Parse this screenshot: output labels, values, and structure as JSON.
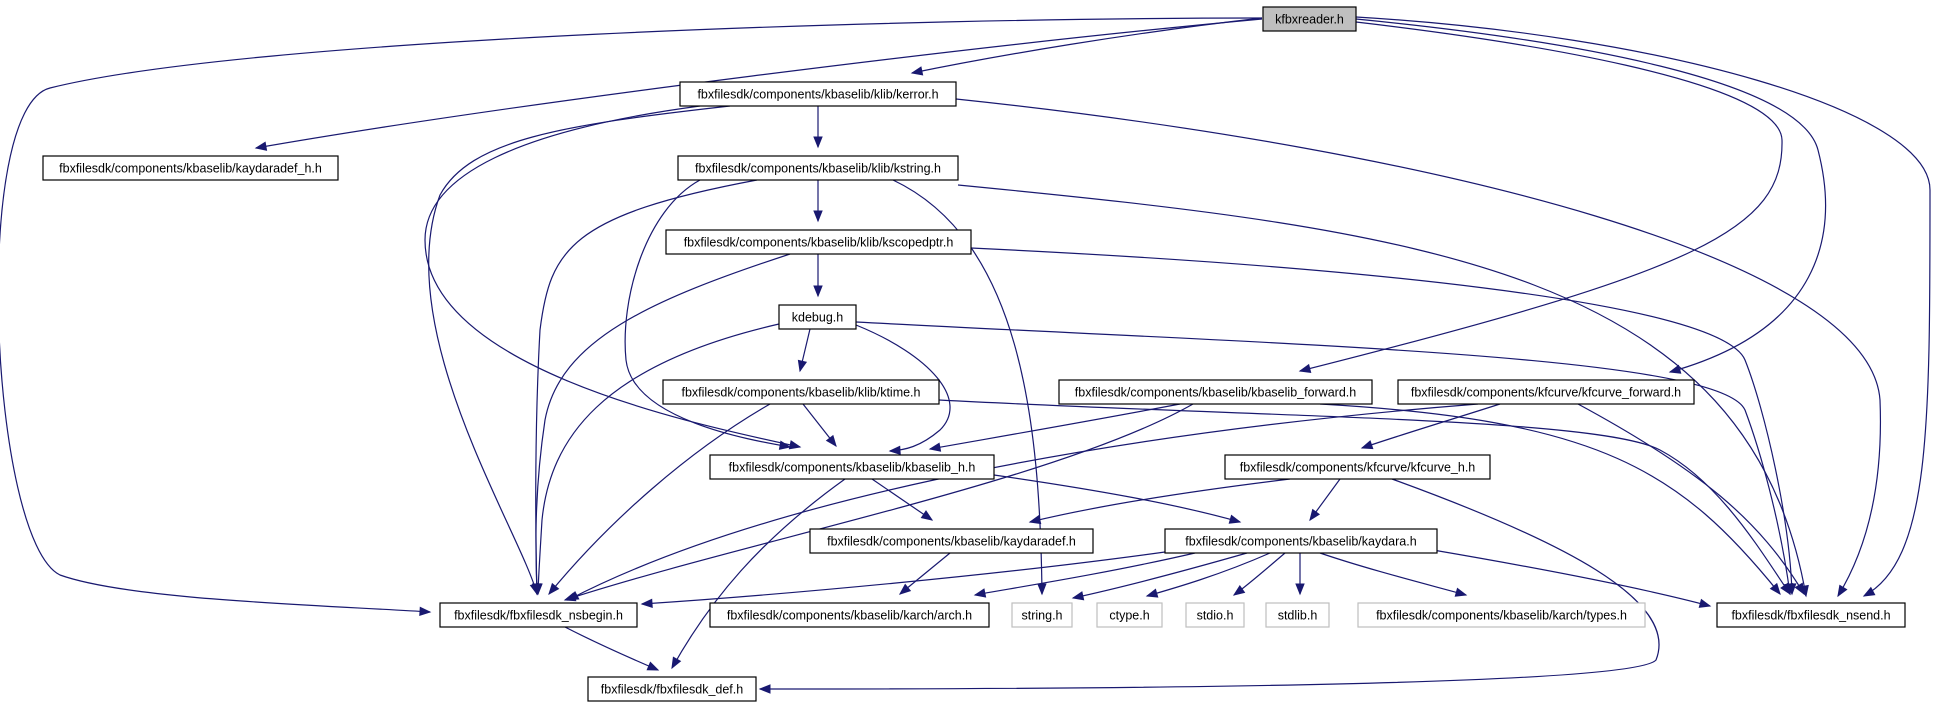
{
  "graph": {
    "type": "include-dependency-graph",
    "colors": {
      "edge": "#191970",
      "root_fill": "#bfbfbf",
      "node_fill": "#ffffff",
      "node_border": "#000000",
      "missing_border": "#bfbfbf"
    },
    "nodes": [
      {
        "id": "kfbxreader",
        "label": "kfbxreader.h",
        "style": "root"
      },
      {
        "id": "kerror",
        "label": "fbxfilesdk/components/kbaselib/klib/kerror.h",
        "style": "normal"
      },
      {
        "id": "kaydaradef_h",
        "label": "fbxfilesdk/components/kbaselib/kaydaradef_h.h",
        "style": "normal"
      },
      {
        "id": "kstring",
        "label": "fbxfilesdk/components/kbaselib/klib/kstring.h",
        "style": "normal"
      },
      {
        "id": "kscopedptr",
        "label": "fbxfilesdk/components/kbaselib/klib/kscopedptr.h",
        "style": "normal"
      },
      {
        "id": "kdebug",
        "label": "kdebug.h",
        "style": "normal"
      },
      {
        "id": "ktime",
        "label": "fbxfilesdk/components/kbaselib/klib/ktime.h",
        "style": "normal"
      },
      {
        "id": "kbaselib_forward",
        "label": "fbxfilesdk/components/kbaselib/kbaselib_forward.h",
        "style": "normal"
      },
      {
        "id": "kfcurve_forward",
        "label": "fbxfilesdk/components/kfcurve/kfcurve_forward.h",
        "style": "normal"
      },
      {
        "id": "kbaselib_h",
        "label": "fbxfilesdk/components/kbaselib/kbaselib_h.h",
        "style": "normal"
      },
      {
        "id": "kfcurve_h",
        "label": "fbxfilesdk/components/kfcurve/kfcurve_h.h",
        "style": "normal"
      },
      {
        "id": "kaydaradef",
        "label": "fbxfilesdk/components/kbaselib/kaydaradef.h",
        "style": "normal"
      },
      {
        "id": "kaydara",
        "label": "fbxfilesdk/components/kbaselib/kaydara.h",
        "style": "normal"
      },
      {
        "id": "nsbegin",
        "label": "fbxfilesdk/fbxfilesdk_nsbegin.h",
        "style": "normal"
      },
      {
        "id": "arch",
        "label": "fbxfilesdk/components/kbaselib/karch/arch.h",
        "style": "normal"
      },
      {
        "id": "string",
        "label": "string.h",
        "style": "missing"
      },
      {
        "id": "ctype",
        "label": "ctype.h",
        "style": "missing"
      },
      {
        "id": "stdio",
        "label": "stdio.h",
        "style": "missing"
      },
      {
        "id": "stdlib",
        "label": "stdlib.h",
        "style": "missing"
      },
      {
        "id": "types",
        "label": "fbxfilesdk/components/kbaselib/karch/types.h",
        "style": "missing"
      },
      {
        "id": "nsend",
        "label": "fbxfilesdk/fbxfilesdk_nsend.h",
        "style": "normal"
      },
      {
        "id": "def",
        "label": "fbxfilesdk/fbxfilesdk_def.h",
        "style": "normal"
      }
    ],
    "edges": [
      {
        "from": "kfbxreader",
        "to": "kerror"
      },
      {
        "from": "kfbxreader",
        "to": "kaydaradef_h"
      },
      {
        "from": "kfbxreader",
        "to": "nsbegin"
      },
      {
        "from": "kfbxreader",
        "to": "kbaselib_forward"
      },
      {
        "from": "kfbxreader",
        "to": "kfcurve_forward"
      },
      {
        "from": "kfbxreader",
        "to": "nsend"
      },
      {
        "from": "kerror",
        "to": "kstring"
      },
      {
        "from": "kerror",
        "to": "nsbegin"
      },
      {
        "from": "kerror",
        "to": "kbaselib_h"
      },
      {
        "from": "kerror",
        "to": "nsend"
      },
      {
        "from": "kaydaradef_h",
        "to": "kaydaradef"
      },
      {
        "from": "kstring",
        "to": "kscopedptr"
      },
      {
        "from": "kstring",
        "to": "nsbegin"
      },
      {
        "from": "kstring",
        "to": "kbaselib_h"
      },
      {
        "from": "kstring",
        "to": "string"
      },
      {
        "from": "kstring",
        "to": "nsend"
      },
      {
        "from": "kscopedptr",
        "to": "kdebug"
      },
      {
        "from": "kscopedptr",
        "to": "nsbegin"
      },
      {
        "from": "kscopedptr",
        "to": "nsend"
      },
      {
        "from": "kdebug",
        "to": "ktime"
      },
      {
        "from": "kdebug",
        "to": "nsbegin"
      },
      {
        "from": "kdebug",
        "to": "kbaselib_h"
      },
      {
        "from": "kdebug",
        "to": "nsend"
      },
      {
        "from": "ktime",
        "to": "kbaselib_h"
      },
      {
        "from": "ktime",
        "to": "nsbegin"
      },
      {
        "from": "ktime",
        "to": "nsend"
      },
      {
        "from": "kbaselib_forward",
        "to": "kbaselib_h"
      },
      {
        "from": "kbaselib_forward",
        "to": "nsbegin"
      },
      {
        "from": "kbaselib_forward",
        "to": "nsend"
      },
      {
        "from": "kfcurve_forward",
        "to": "kfcurve_h"
      },
      {
        "from": "kfcurve_forward",
        "to": "nsbegin"
      },
      {
        "from": "kfcurve_forward",
        "to": "nsend"
      },
      {
        "from": "kbaselib_h",
        "to": "kaydaradef"
      },
      {
        "from": "kbaselib_h",
        "to": "kaydara"
      },
      {
        "from": "kbaselib_h",
        "to": "def"
      },
      {
        "from": "kfcurve_h",
        "to": "kaydaradef"
      },
      {
        "from": "kfcurve_h",
        "to": "kaydara"
      },
      {
        "from": "kfcurve_h",
        "to": "def"
      },
      {
        "from": "kaydaradef",
        "to": "arch"
      },
      {
        "from": "kaydara",
        "to": "nsbegin"
      },
      {
        "from": "kaydara",
        "to": "arch"
      },
      {
        "from": "kaydara",
        "to": "string"
      },
      {
        "from": "kaydara",
        "to": "ctype"
      },
      {
        "from": "kaydara",
        "to": "stdio"
      },
      {
        "from": "kaydara",
        "to": "stdlib"
      },
      {
        "from": "kaydara",
        "to": "types"
      },
      {
        "from": "kaydara",
        "to": "nsend"
      },
      {
        "from": "nsbegin",
        "to": "def"
      }
    ]
  }
}
